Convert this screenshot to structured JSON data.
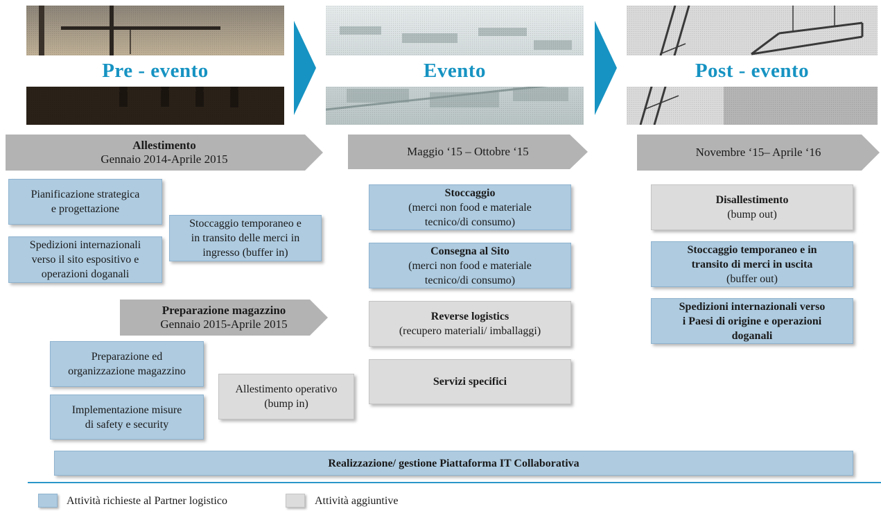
{
  "phases": [
    {
      "label": "Pre - evento"
    },
    {
      "label": "Evento"
    },
    {
      "label": "Post - evento"
    }
  ],
  "timeline": {
    "pre": {
      "title": "Allestimento",
      "period": "Gennaio 2014-Aprile  2015"
    },
    "prep": {
      "title": "Preparazione magazzino",
      "period": "Gennaio 2015-Aprile  2015"
    },
    "event": {
      "period": "Maggio ‘15 – Ottobre ‘15"
    },
    "post": {
      "period": "Novembre ‘15– Aprile  ‘16"
    }
  },
  "pre_boxes": {
    "b1": [
      "Pianificazione strategica",
      "e progettazione"
    ],
    "b2": [
      "Spedizioni internazionali",
      "verso il sito espositivo e",
      "operazioni doganali"
    ],
    "b3": [
      "Stoccaggio temporaneo e",
      "in transito delle merci in",
      "ingresso (buffer in)"
    ],
    "b4": [
      "Preparazione ed",
      "organizzazione magazzino"
    ],
    "b5": [
      "Implementazione misure",
      "di safety e security"
    ],
    "b6": [
      "Allestimento operativo",
      "(bump in)"
    ]
  },
  "event_boxes": {
    "b1": {
      "title": "Stoccaggio",
      "lines": [
        "(merci non food e materiale",
        "tecnico/di consumo)"
      ]
    },
    "b2": {
      "title": "Consegna al Sito",
      "lines": [
        "(merci non food e materiale",
        "tecnico/di consumo)"
      ]
    },
    "b3": {
      "title": "Reverse logistics",
      "lines": [
        "(recupero materiali/ imballaggi)"
      ]
    },
    "b4": {
      "title": "Servizi  specifici"
    }
  },
  "post_boxes": {
    "b1": {
      "title": "Disallestimento",
      "lines": [
        "(bump out)"
      ]
    },
    "b2": {
      "title": [
        "Stoccaggio temporaneo e in",
        "transito di merci in uscita"
      ],
      "lines": [
        "(buffer out)"
      ]
    },
    "b3": {
      "title": [
        "Spedizioni internazionali  verso",
        "i Paesi di origine e operazioni",
        "doganali"
      ]
    }
  },
  "platform": "Realizzazione/  gestione Piattaforma IT Collaborativa",
  "legend": {
    "blue": "Attività richieste al Partner logistico",
    "grey": "Attività aggiuntive"
  },
  "colors": {
    "accent": "#1693c2",
    "blue_box": "#aecbe0",
    "grey_box": "#dcdcdc",
    "grey_arrow": "#b3b3b3"
  }
}
